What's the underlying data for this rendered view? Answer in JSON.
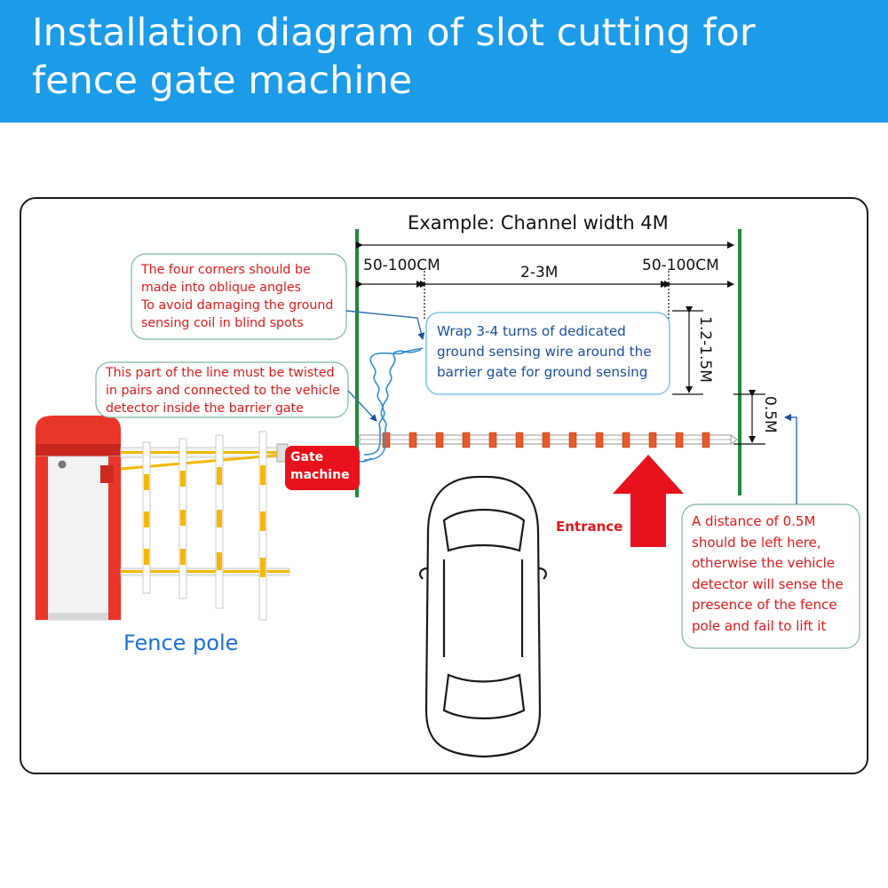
{
  "header": {
    "line1": "Installation diagram of slot cutting for",
    "line2": "fence gate machine"
  },
  "diagram": {
    "example": "Example: Channel width 4M",
    "dim_left": "50-100CM",
    "dim_center": "2-3M",
    "dim_right": "50-100CM",
    "dim_vertical_1": "1.2-1.5M",
    "dim_vertical_2": "0.5M",
    "gate_machine": [
      "Gate",
      "machine"
    ],
    "entrance": "Entrance",
    "fence_pole": "Fence pole",
    "notes": {
      "corners": [
        "The four corners should be",
        "made into oblique angles",
        "To avoid damaging the ground",
        "sensing coil in blind spots"
      ],
      "twisted": [
        "This part of the line must be twisted",
        "in pairs and connected to the vehicle",
        "detector inside the barrier gate"
      ],
      "wrap": [
        "Wrap 3-4 turns of dedicated",
        "ground sensing wire around the",
        "barrier gate for ground sensing"
      ],
      "distance": [
        "A distance of 0.5M",
        "should be left here,",
        "otherwise the vehicle",
        "detector will sense the",
        "presence of the fence",
        "pole and fail to lift it"
      ]
    }
  },
  "colors": {
    "header_bg": "#1b9be8",
    "note_red": "#e0191b",
    "note_blue": "#1a4f9c",
    "lane_line": "#1f8a3c",
    "barrier_red": "#e8362a",
    "fence_yellow": "#f5b800",
    "arrow_red": "#e8121c"
  }
}
